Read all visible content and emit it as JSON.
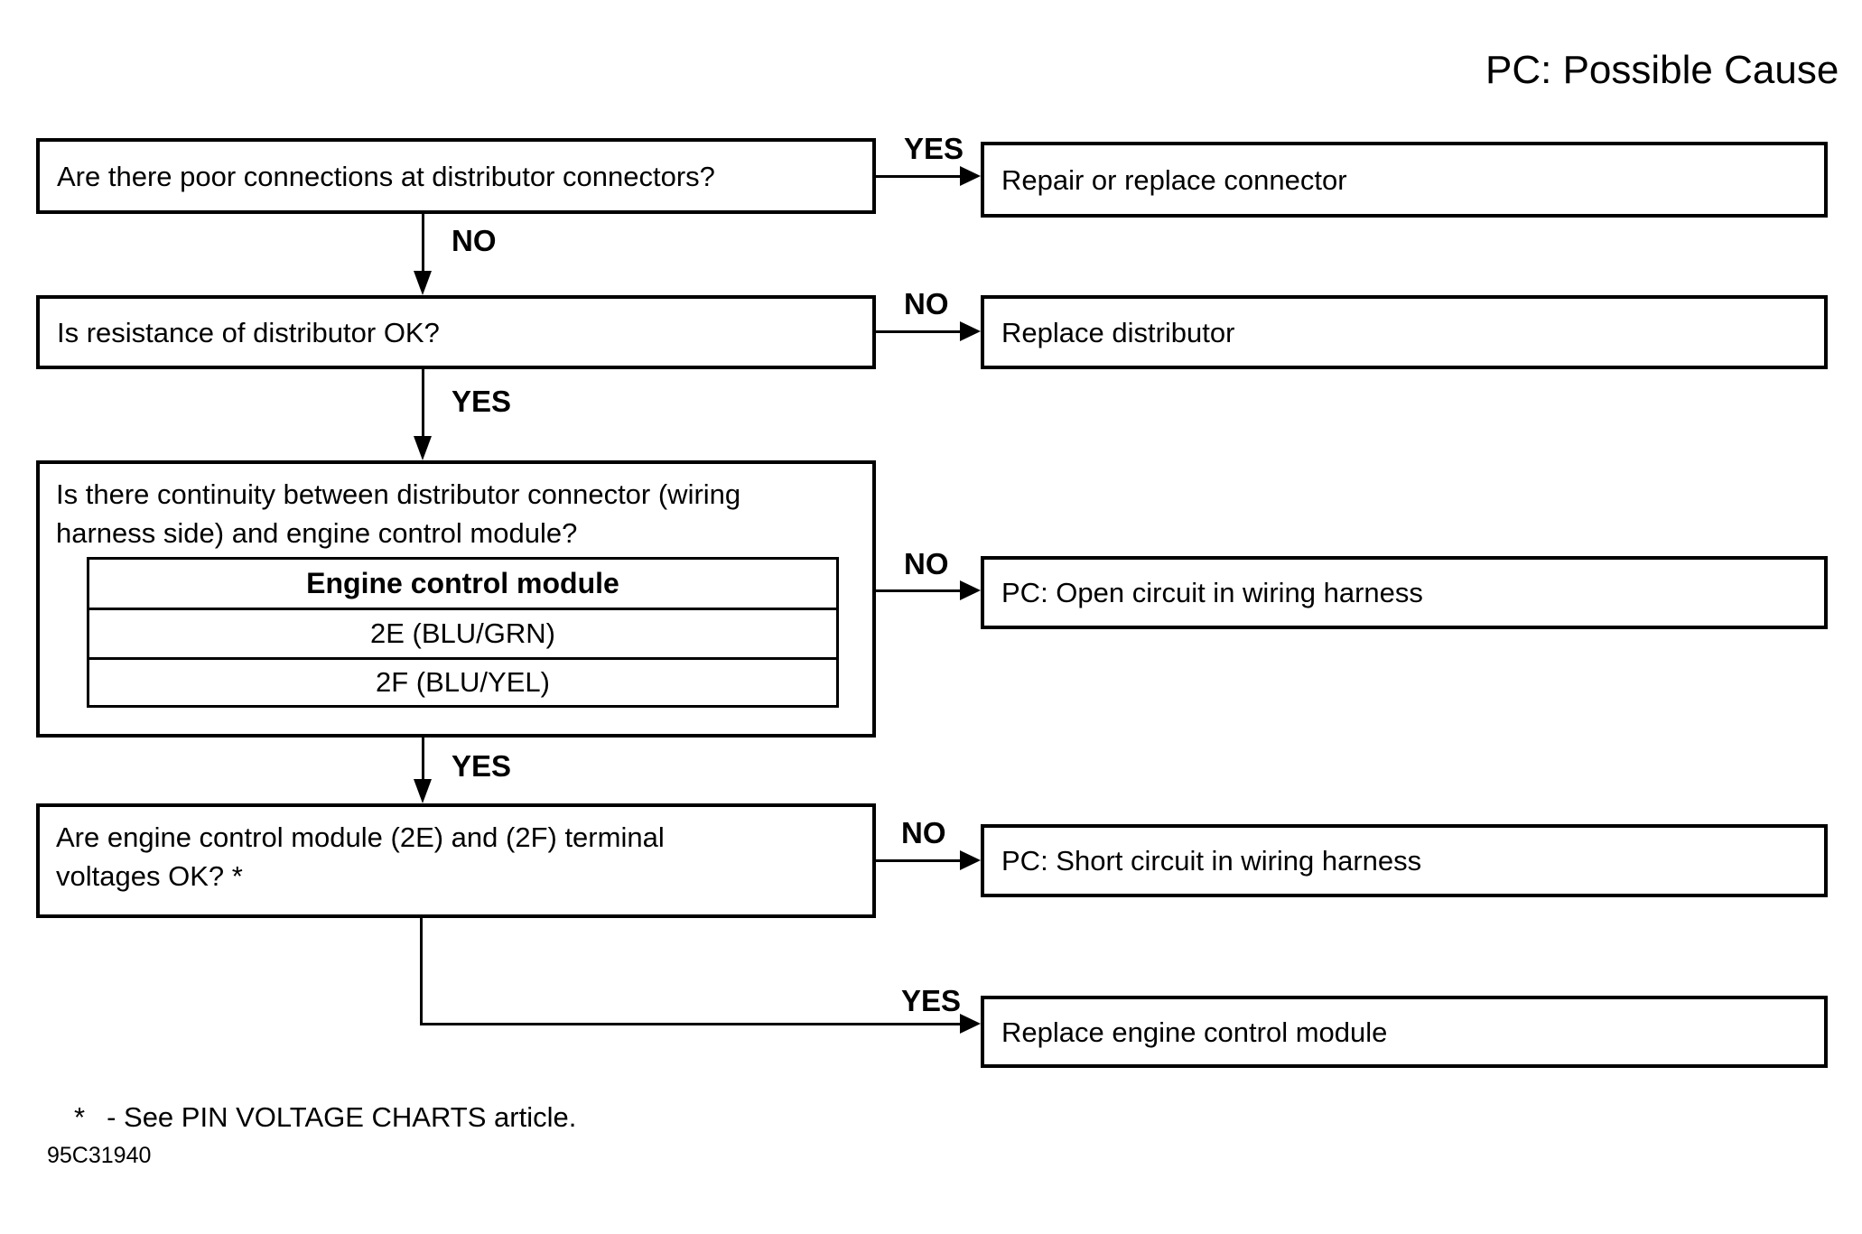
{
  "legend": "PC: Possible Cause",
  "flow": {
    "questions": [
      {
        "id": "q1",
        "lines": [
          "Are there poor connections at distributor connectors?"
        ]
      },
      {
        "id": "q2",
        "lines": [
          "Is resistance of distributor OK?"
        ]
      },
      {
        "id": "q3",
        "lines": [
          "Is there continuity between distributor connector (wiring",
          "harness side) and engine control module?"
        ],
        "table": {
          "header": "Engine control module",
          "rows": [
            "2E (BLU/GRN)",
            "2F (BLU/YEL)"
          ]
        }
      },
      {
        "id": "q4",
        "lines": [
          "Are engine control module (2E) and (2F) terminal",
          "voltages OK? *"
        ]
      }
    ],
    "actions": [
      {
        "id": "repair-connector",
        "text": "Repair or replace connector"
      },
      {
        "id": "replace-distributor",
        "text": "Replace distributor"
      },
      {
        "id": "open-circuit",
        "text": "PC: Open circuit in wiring harness"
      },
      {
        "id": "short-circuit",
        "text": "PC: Short circuit in wiring harness"
      },
      {
        "id": "replace-ecm",
        "text": "Replace engine control module"
      }
    ],
    "edges": [
      {
        "from": "q1",
        "to": "repair-connector",
        "label": "YES"
      },
      {
        "from": "q1",
        "to": "q2",
        "label": "NO"
      },
      {
        "from": "q2",
        "to": "replace-distributor",
        "label": "NO"
      },
      {
        "from": "q2",
        "to": "q3",
        "label": "YES"
      },
      {
        "from": "q3",
        "to": "open-circuit",
        "label": "NO"
      },
      {
        "from": "q3",
        "to": "q4",
        "label": "YES"
      },
      {
        "from": "q4",
        "to": "short-circuit",
        "label": "NO"
      },
      {
        "from": "q4",
        "to": "replace-ecm",
        "label": "YES"
      }
    ]
  },
  "footnote": {
    "symbol": "*",
    "text": "- See PIN VOLTAGE CHARTS article."
  },
  "figure_code": "95C31940",
  "colors": {
    "ink": "#000000",
    "paper": "#ffffff"
  }
}
